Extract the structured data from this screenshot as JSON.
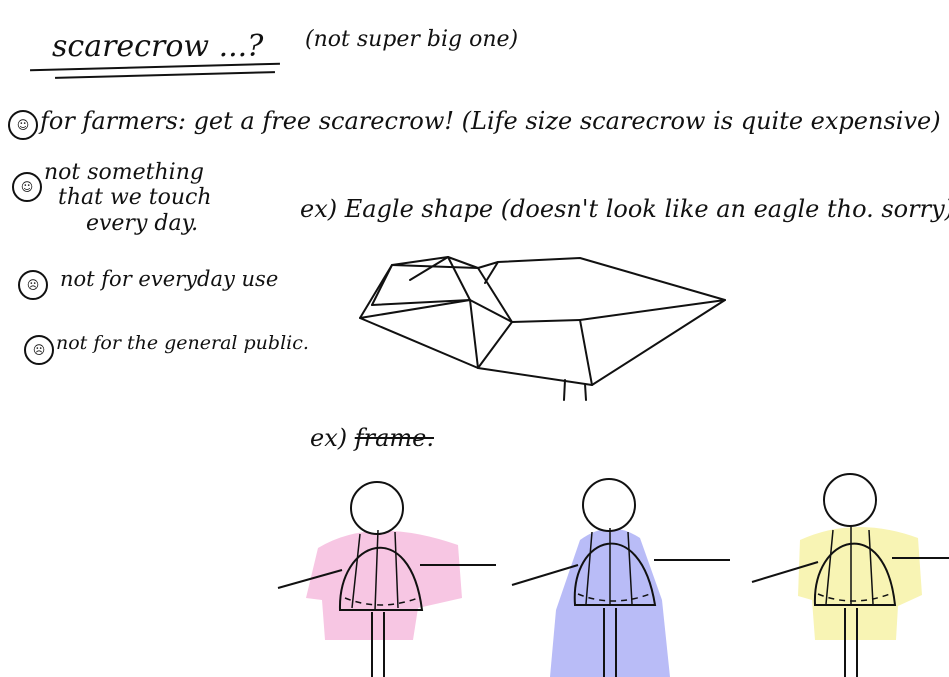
{
  "title": "scarecrow ...?",
  "title_aside": "(not super big one)",
  "notes": [
    {
      "icon": "happy-face-icon",
      "text": "for farmers: get a free scarecrow! (Life size scarecrow is quite expensive)"
    },
    {
      "icon": "happy-face-icon",
      "text": "not something\n  that we touch\n      every day."
    },
    {
      "icon": "sad-face-icon",
      "text": "not for everyday use"
    },
    {
      "icon": "sad-face-icon",
      "text": "not for the general public."
    }
  ],
  "examples": {
    "eagle_label": "ex) Eagle shape (doesn't look like an eagle tho. sorry)",
    "frame_prefix": "ex) ",
    "frame_word": "frame."
  },
  "frame_colors": [
    "#f7c6e3",
    "#b9bcf7",
    "#f8f4b4"
  ]
}
